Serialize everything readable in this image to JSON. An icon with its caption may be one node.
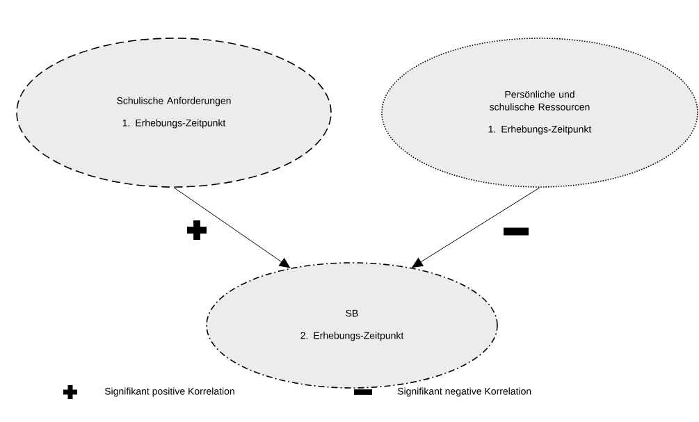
{
  "diagram": {
    "nodes": [
      {
        "text": [
          "Schulische Anforderungen",
          "1. Erhebungs-Zeitpunkt"
        ]
      },
      {
        "text": [
          "Persönliche und schulische Ressourcen",
          "1. Erhebungs-Zeitpunkt"
        ]
      },
      {
        "text": [
          "SB",
          "2. Erhebungs-Zeitpunkt"
        ]
      }
    ],
    "edges": [
      {
        "from": 0,
        "to": 2,
        "arrow": "to"
      },
      {
        "from": 1,
        "to": 2,
        "arrow": "to"
      }
    ],
    "legend": [
      {
        "text": "Signifikant positive Korrelation"
      },
      {
        "text": "Signifikant negative Korrelation"
      }
    ]
  }
}
